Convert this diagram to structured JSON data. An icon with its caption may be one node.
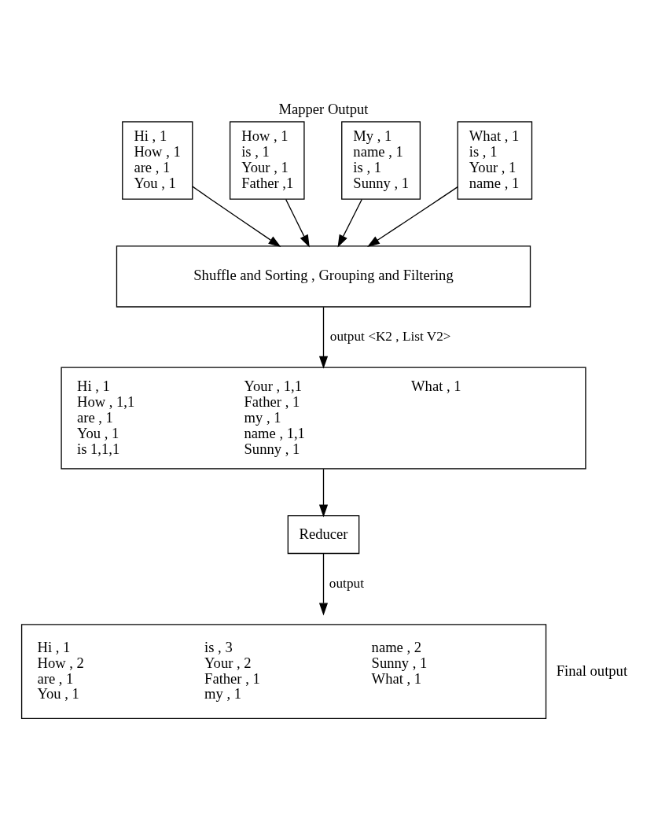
{
  "diagram": {
    "title": "Mapper Output",
    "nodes": [
      {
        "text": [
          "Hi , 1",
          "How , 1",
          "are , 1",
          "You , 1"
        ]
      },
      {
        "text": [
          "How , 1",
          "is , 1",
          "Your , 1",
          "Father ,1"
        ]
      },
      {
        "text": [
          "My , 1",
          "name , 1",
          "is , 1",
          "Sunny , 1"
        ]
      },
      {
        "text": [
          "What , 1",
          "is , 1",
          "Your , 1",
          "name , 1"
        ]
      },
      {
        "text": [
          "Shuffle and Sorting , Grouping and Filtering"
        ]
      },
      {
        "text": [
          "Hi , 1",
          "How , 1,1",
          "are , 1",
          "You , 1",
          "is 1,1,1",
          "Your , 1,1",
          "Father , 1",
          "my , 1",
          "name , 1,1",
          "Sunny , 1",
          "What , 1"
        ]
      },
      {
        "text": [
          "Reducer"
        ]
      },
      {
        "text": [
          "Hi , 1",
          "How , 2",
          "are , 1",
          "You , 1",
          "is , 3",
          "Your , 2",
          "Father , 1",
          "my , 1",
          "name , 2",
          "Sunny , 1",
          "What , 1"
        ],
        "beside": [
          "Final output"
        ]
      }
    ],
    "edges": [
      {
        "from": 0,
        "to": 4,
        "arrow": "to"
      },
      {
        "from": 1,
        "to": 4,
        "arrow": "to"
      },
      {
        "from": 2,
        "to": 4,
        "arrow": "to"
      },
      {
        "from": 3,
        "to": 4,
        "arrow": "to"
      },
      {
        "from": 4,
        "to": 5,
        "arrow": "to",
        "label": "output <K2 , List V2>"
      },
      {
        "from": 5,
        "to": 6,
        "arrow": "to"
      },
      {
        "from": 6,
        "to": 7,
        "arrow": "to",
        "label": "output"
      }
    ]
  }
}
